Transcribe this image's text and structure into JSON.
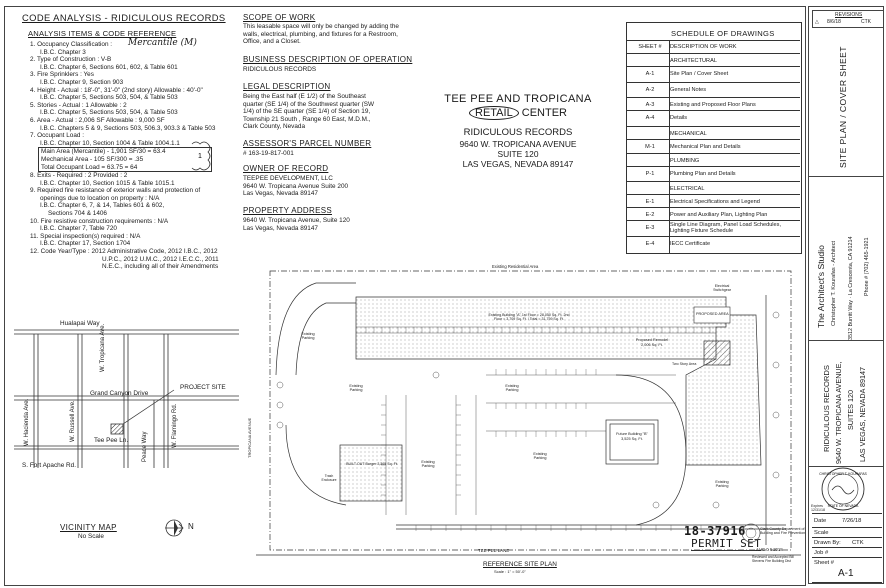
{
  "code_analysis": {
    "title": "CODE ANALYSIS - RIDICULOUS RECORDS",
    "subtitle": "ANALYSIS ITEMS & CODE REFERENCE",
    "lines": [
      "1. Occupancy Classification :",
      "I.B.C. Chapter 3",
      "2. Type of Construction :  V-B",
      "I.B.C. Chapter 6, Sections 601, 602, & Table 601",
      "3. Fire Sprinklers :  Yes",
      "I.B.C. Chapter 9, Section 903",
      "4. Height - Actual : 18'-0\", 31'-0\" (2nd story) Allowable : 40'-0\"",
      "I.B.C. Chapter 5, Sections 503, 504, & Table 503",
      "5. Stories - Actual :  1                 Allowable :  2",
      "I.B.C. Chapter 5, Sections 503, 504, & Table 503",
      "6. Area - Actual :  2,006 SF               Allowable :   9,000 SF",
      "I.B.C. Chapters 5 & 9, Sections 503, 506.3, 903.3 & Table 503",
      "7. Occupant Load :",
      "I.B.C. Chapter 10, Section 1004 & Table 1004.1.1",
      "Main Area (Mercantile) - 1,901 SF/30 = 63.4",
      "Mechanical Area -       105 SF/300 =    .35",
      "Total Occupant Load                       = 63.75 = 64",
      "8. Exits - Required :  2                      Provided :  2",
      "I.B.C. Chapter 10, Section 1015 & Table 1015.1",
      "9. Required fire resistance of exterior walls and protection of",
      "openings due to location on property :  N/A",
      "I.B.C. Chapter 6, 7, & 14, Tables 601 & 602,",
      "Sections 704 & 1406",
      "10. Fire resistive construction requirements :  N/A",
      "I.B.C. Chapter 7, Table 720",
      "11. Special inspection(s) required :  N/A",
      "I.B.C. Chapter 17, Section 1704",
      "12. Code Year/Type :  2012 Administrative Code, 2012 I.B.C., 2012",
      "U.P.C., 2012 U.M.C., 2012 I.E.C.C., 2011",
      "N.E.C., including all of their Amendments"
    ],
    "handwritten_occupancy": "Mercantile (M)"
  },
  "scope_of_work": {
    "heading": "SCOPE OF WORK",
    "text": [
      "This leasable space will only be changed by adding the",
      "walls, electrical, plumbing, and fixtures for a Restroom,",
      "Office, and a Closet."
    ]
  },
  "business_description": {
    "heading": "BUSINESS DESCRIPTION OF OPERATION",
    "text": "RIDICULOUS RECORDS"
  },
  "legal_description": {
    "heading": "LEGAL DESCRIPTION",
    "text": [
      "Being the East half (E 1/2) of the Southeast",
      "quarter (SE 1/4) of the Southwest quarter (SW",
      "1/4) of the SE quarter (SE 1/4) of Section 19,",
      "Township 21 South , Range 60 East, M.D.M.,",
      "Clark County, Nevada"
    ]
  },
  "assessors_parcel": {
    "heading": "ASSESSOR'S PARCEL NUMBER",
    "text": "# 163-19-817-001"
  },
  "owner_of_record": {
    "heading": "OWNER OF RECORD",
    "text": [
      "TEEPEE DEVELOPMENT, LLC",
      "9640 W. Tropicana Avenue Suite 200",
      "Las Vegas, Nevada 89147"
    ]
  },
  "property_address": {
    "heading": "PROPERTY ADDRESS",
    "text": [
      "9640 W. Tropicana Avenue, Suite 120",
      "Las Vegas, Nevada 89147"
    ]
  },
  "project_title": {
    "line1": "TEE PEE AND TROPICANA",
    "retail": "RETAIL",
    "center": "CENTER",
    "tenant": "RIDICULOUS RECORDS",
    "address1": "9640 W. TROPICANA AVENUE",
    "address2": "SUITE 120",
    "address3": "LAS VEGAS, NEVADA 89147"
  },
  "schedule": {
    "title": "SCHEDULE OF DRAWINGS",
    "col_sheet": "SHEET #",
    "col_desc": "DESCRIPTION OF WORK",
    "rows": [
      {
        "num": "",
        "desc": "ARCHITECTURAL"
      },
      {
        "num": "A-1",
        "desc": "Site Plan / Cover Sheet"
      },
      {
        "num": "A-2",
        "desc": "General Notes"
      },
      {
        "num": "A-3",
        "desc": "Existing and Proposed Floor Plans"
      },
      {
        "num": "A-4",
        "desc": "Details"
      },
      {
        "num": "",
        "desc": "MECHANICAL"
      },
      {
        "num": "M-1",
        "desc": "Mechanical Plan and Details"
      },
      {
        "num": "",
        "desc": "PLUMBING"
      },
      {
        "num": "P-1",
        "desc": "Plumbing Plan and Details"
      },
      {
        "num": "",
        "desc": "ELECTRICAL"
      },
      {
        "num": "E-1",
        "desc": "Electrical Specifications and Legend"
      },
      {
        "num": "E-2",
        "desc": "Power and Auxiliary Plan, Lighting Plan"
      },
      {
        "num": "E-3",
        "desc": "Single Line Diagram, Panel Load Schedules, Lighting Fixture Schedule"
      },
      {
        "num": "E-4",
        "desc": "IECC Certificate"
      }
    ]
  },
  "vicinity_map": {
    "title": "VICINITY MAP",
    "subtitle": "No Scale",
    "streets": {
      "hualapai": "Hualapai Way",
      "grand_canyon": "Grand Canyon Drive",
      "tropicana": "W. Tropicana Ave.",
      "hacienda": "W. Hacienda Ave.",
      "russell": "W. Russell Ave.",
      "tee_pee": "Tee Pee Ln.",
      "peace": "Peace Way",
      "flamingo": "W. Flamingo Rd.",
      "fort_apache": "S. Fort Apache Rd."
    },
    "project_site": "PROJECT SITE",
    "north": "N"
  },
  "site_plan": {
    "title": "REFERENCE SITE PLAN",
    "scale": "Scale : 1\" = 50'-0\"",
    "labels": {
      "residential": "Existing Residential Area",
      "building_a": "Existing Building \"A\" 1st Floor = 28,050 Sq. Ft. 2nd Floor = 3,709 Sq. Ft. / Total = 31,759 Sq. Ft.",
      "parking_1": "Existing Parking",
      "parking_2": "Existing Parking",
      "parking_3": "Existing Parking",
      "parking_4": "Existing Parking",
      "parking_5": "Existing Parking",
      "parking_6": "Existing Parking",
      "building_b": "Future Building \"B\" 3,525 Sq. Ft.",
      "remodel": "Proposed Remodel 2,006 Sq. Ft.",
      "proposed_area": "PROPOSED AREA",
      "trash": "Electrical Switchgear",
      "tee_pee_lane": "TEE PEE LANE",
      "tropicana_avenue": "TROPICANA AVENUE",
      "restaurant": "BUILT-OUT Burger 3,365 Sq. Ft.",
      "enclosure": "Trash Enclosure",
      "stair": "Two Story Area"
    }
  },
  "stamps": {
    "permit_number": "18-37916",
    "permit_set": "PERMIT SET",
    "review_note": "Reviewed and Accepted Bill Stevens Fire Building Dist",
    "date_stamp": "AUG 0 6 2018",
    "county": "Clark County Department of Building and Fire Prevention",
    "architect_seal": "CHRISTOPHER T. KOURAFAS — STATE OF NEVADA",
    "expires": "Expires 12/31/18"
  },
  "title_block": {
    "revisions_label": "REVISIONS",
    "rev_date": "8/6/18",
    "rev_by": "CTK",
    "sheet_title": "SITE PLAN / COVER SHEET",
    "firm": "The Architect's Studio",
    "architect": "Christopher T. Kourafas - Architect",
    "firm_address": "3512 Burritt Way   ·   La Crescenta, CA 91214",
    "phone": "Phone # (702) 465-1921",
    "project_name": "RIDICULOUS RECORDS",
    "project_address1": "9640 W. TROPICANA AVENUE,",
    "project_address2": "SUITES 120",
    "project_address3": "LAS VEGAS, NEVADA 89147",
    "date_label": "Date",
    "date_value": "7/26/18",
    "scale_label": "Scale",
    "drawn_label": "Drawn By:",
    "drawn_value": "CTK",
    "job_label": "Job #",
    "sheet_label": "Sheet #",
    "sheet_value": "A-1"
  },
  "colors": {
    "ink": "#1a1a1a",
    "line": "#333333",
    "paper": "#ffffff",
    "hatch": "#555555"
  }
}
